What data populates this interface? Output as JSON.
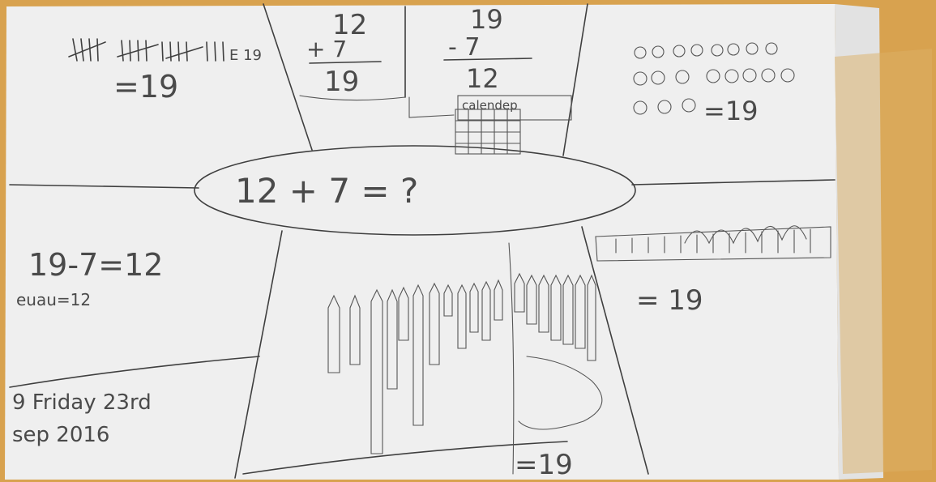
{
  "colors": {
    "desk": "#d8a24f",
    "paper": "#eeeeee",
    "pencil": "#3f3f3f"
  },
  "center": {
    "equation": "12 + 7 = ?"
  },
  "top_left": {
    "tally_suffix": "E 19",
    "result": "=19"
  },
  "top_middle_left": {
    "addend_a": "12",
    "addend_b": "+ 7",
    "sum": "19"
  },
  "top_middle_right": {
    "minuend": "19",
    "subtrahend": "- 7",
    "difference": "12",
    "calendar_label": "calendep"
  },
  "top_right": {
    "result": "=19"
  },
  "middle_left": {
    "equation": "19-7=12",
    "note": "euau=12"
  },
  "bottom_left": {
    "line1": "9  Friday 23rd",
    "line2": "sep  2016"
  },
  "bottom_middle": {
    "result": "=19"
  },
  "middle_right": {
    "result": "= 19"
  }
}
